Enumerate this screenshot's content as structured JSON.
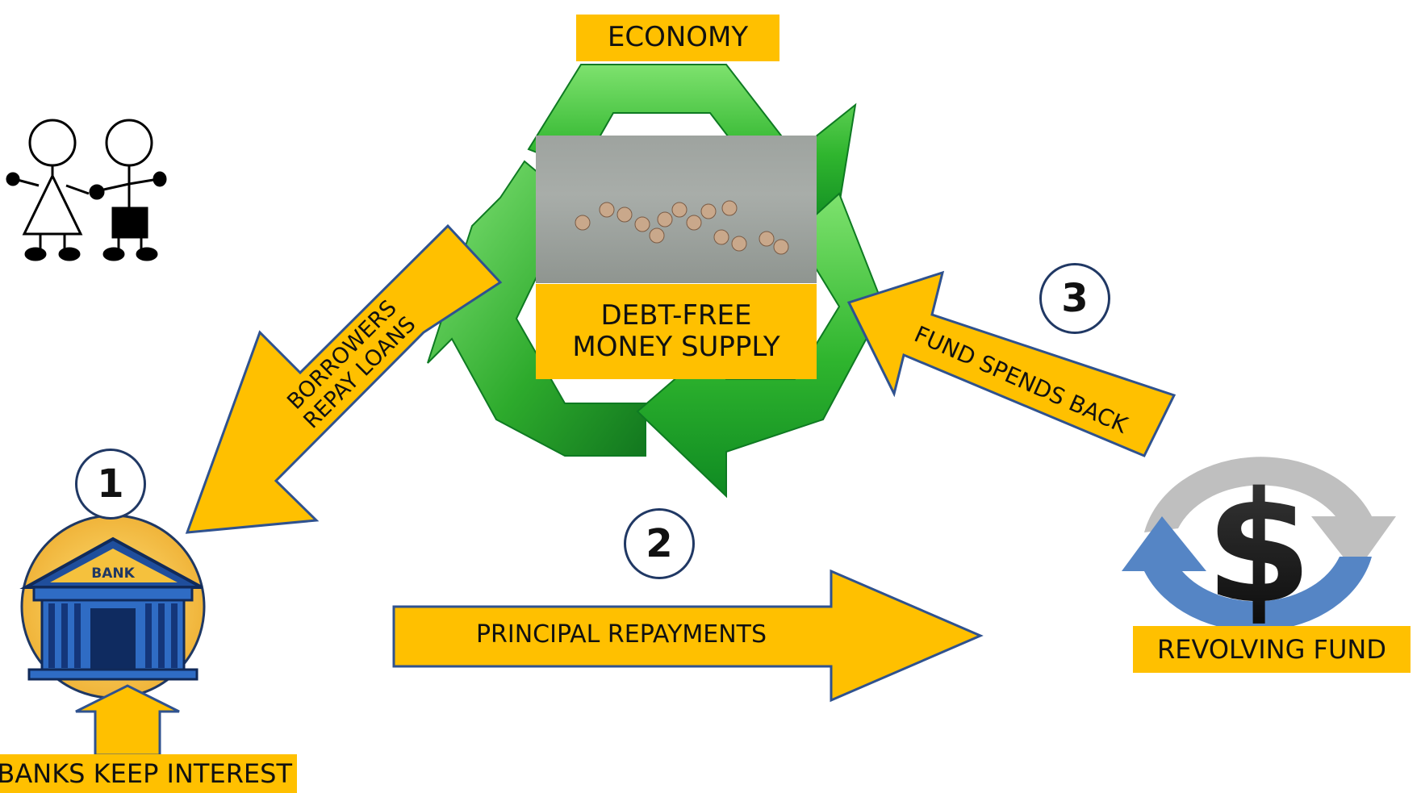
{
  "economy_label": "ECONOMY",
  "money_supply_label_line1": "DEBT-FREE",
  "money_supply_label_line2": "MONEY SUPPLY",
  "revolving_fund_label": "REVOLVING FUND",
  "banks_keep_interest_label": "BANKS KEEP INTEREST",
  "bank_sign_text": "BANK",
  "steps": [
    {
      "number": "1"
    },
    {
      "number": "2"
    },
    {
      "number": "3"
    }
  ],
  "arrows": {
    "borrowers_repay_line1": "BORROWERS",
    "borrowers_repay_line2": "REPAY LOANS",
    "principal_repayments": "PRINCIPAL  REPAYMENTS",
    "fund_spends_back": "FUND SPENDS BACK"
  },
  "icons": {
    "recycle": "recycle-icon",
    "people": "stick-figures-icon",
    "bank": "bank-building-icon",
    "revolving_fund": "dollar-cycle-icon",
    "photo": "people-swimming-photo"
  },
  "colors": {
    "arrow_fill": "#ffc000",
    "arrow_stroke": "#2f528f",
    "recycle_green": "#2db52d",
    "recycle_dark": "#0e7a22",
    "bank_blue": "#1f4e9c",
    "bank_gold": "#f5c13d",
    "fund_blue": "#5585c5",
    "fund_grey": "#bfbfbf"
  }
}
